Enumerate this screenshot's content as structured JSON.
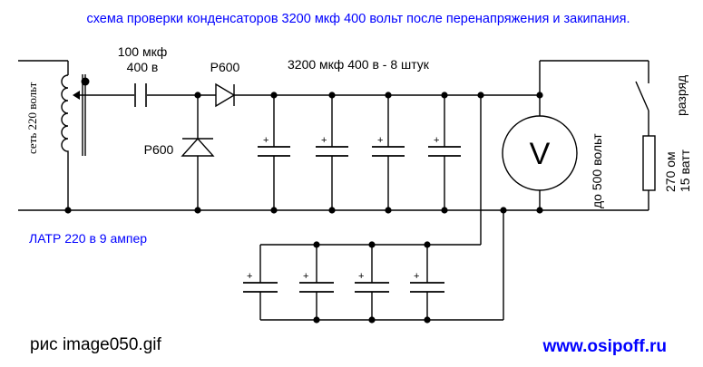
{
  "title": "схема проверки конденсаторов 3200 мкф 400 вольт после перенапряжения и закипания.",
  "labels": {
    "mains": "сеть 220 вольт",
    "cap_input_value": "100 мкф",
    "cap_input_voltage": "400 в",
    "diode_series": "P600",
    "diode_shunt": "P600",
    "bank_label": "3200 мкф 400 в  - 8 штук",
    "voltmeter_symbol": "V",
    "voltmeter_range": "до 500 вольт",
    "switch_label": "разряд",
    "resistor_value": "270 ом",
    "resistor_power": "15 ватт",
    "latr": "ЛАТР 220 в 9 ампер",
    "figure_caption": "рис image050.gif",
    "website": "www.osipoff.ru"
  },
  "polarity_mark": "+",
  "colors": {
    "title": "#0000ff",
    "wire": "#000000",
    "website": "#0000ff",
    "background": "#ffffff"
  }
}
